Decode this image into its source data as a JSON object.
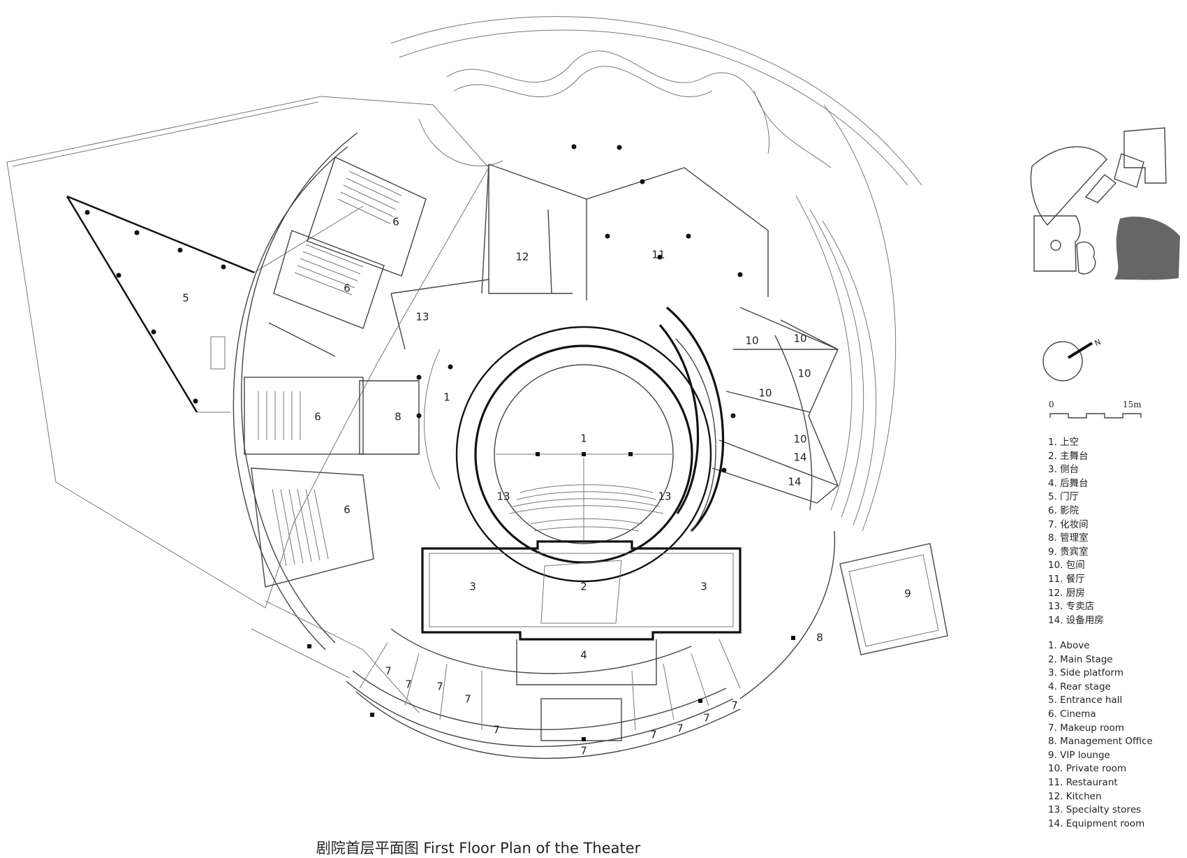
{
  "title": "剧院首层平面图 First Floor Plan of the Theater",
  "room_labels": {
    "above": "1",
    "main_stage": "2",
    "side_platform": "3",
    "rear_stage": "4",
    "entrance_hall": "5",
    "cinema": "6",
    "makeup_room": "7",
    "management_office": "8",
    "vip_lounge": "9",
    "private_room": "10",
    "restaurant": "11",
    "kitchen": "12",
    "specialty_stores": "13",
    "equipment_room": "14"
  },
  "scale_bar": {
    "start": "0",
    "end": "15m"
  },
  "north_label": "N",
  "legend_cn": [
    "1. 上空",
    "2. 主舞台",
    "3. 侧台",
    "4. 后舞台",
    "5. 门厅",
    "6. 影院",
    "7. 化妆间",
    "8. 管理室",
    "9. 贵宾室",
    "10. 包间",
    "11. 餐厅",
    "12. 厨房",
    "13. 专卖店",
    "14. 设备用房"
  ],
  "legend_en": [
    "1. Above",
    "2. Main Stage",
    "3. Side platform",
    "4. Rear stage",
    "5. Entrance hall",
    "6. Cinema",
    "7. Makeup room",
    "8. Management Office",
    "9. VIP lounge",
    "10. Private room",
    "11. Restaurant",
    "12. Kitchen",
    "13. Specialty stores",
    "14. Equipment room"
  ]
}
